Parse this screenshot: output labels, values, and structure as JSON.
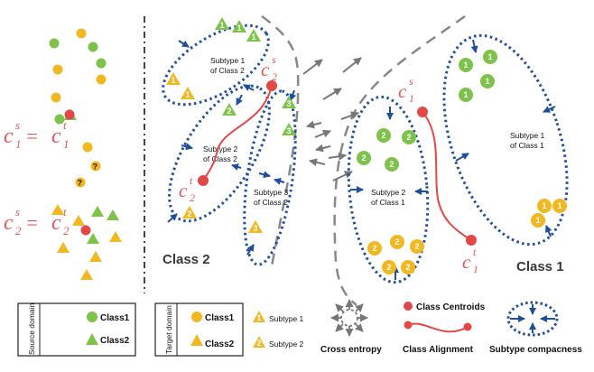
{
  "colors": {
    "green": "#7dc34a",
    "yellow": "#f2b821",
    "red": "#e24848",
    "blue": "#1f4e9c",
    "grey_arrow": "#777777"
  },
  "left_panel": {
    "eq1": {
      "base": "c",
      "sup1": "s",
      "sub1": "1",
      "eq": " = ",
      "sup2": "t",
      "sub2": "1"
    },
    "eq2": {
      "base": "c",
      "sup1": "s",
      "sub1": "2",
      "eq": " = ",
      "sup2": "t",
      "sub2": "2"
    },
    "question_mark": "?"
  },
  "clusters": {
    "class2_sub1": {
      "title": "Subtype 1",
      "subtitle": "of Class 2"
    },
    "class2_sub2": {
      "title": "Subtype 2",
      "subtitle": "of Class 2"
    },
    "class2_sub3": {
      "title": "Subtype 3",
      "subtitle": "of Class 2"
    },
    "class1_sub2": {
      "title": "Subtype 2",
      "subtitle": "of Class 1"
    },
    "class1_sub1": {
      "title": "Subtype 1",
      "subtitle": "of Class 1"
    }
  },
  "class_labels": {
    "class1": "Class 1",
    "class2": "Class 2"
  },
  "centroid_labels": {
    "c2s": {
      "base": "c",
      "sup": "s",
      "sub": "2"
    },
    "c2t": {
      "base": "c",
      "sup": "t",
      "sub": "2"
    },
    "c1s": {
      "base": "c",
      "sup": "s",
      "sub": "1"
    },
    "c1t": {
      "base": "c",
      "sup": "t",
      "sub": "1"
    }
  },
  "markers": {
    "one": "1",
    "two": "2",
    "three": "3"
  },
  "legend": {
    "source_domain": "Source domain",
    "target_domain": "Target domain",
    "source_class1": "Class1",
    "source_class2": "Class2",
    "target_class1": "Class1",
    "target_class2": "Class2",
    "subtype1": "Subtype 1",
    "subtype2": "Subtype 2",
    "cross_entropy": "Cross entropy",
    "class_centroids": "Class Centroids",
    "class_alignment": "Class Alignment",
    "subtype_compactness": "Subtype compacness"
  }
}
